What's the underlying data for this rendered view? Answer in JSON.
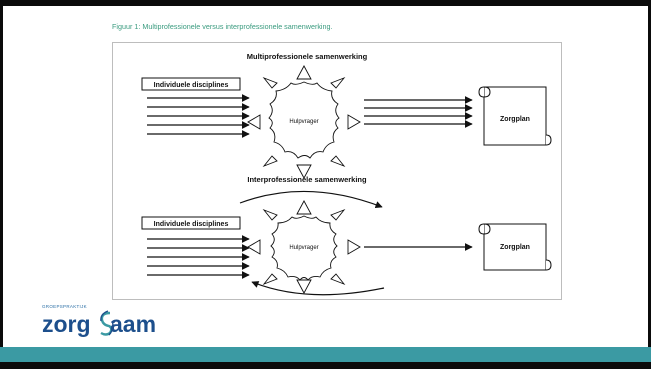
{
  "caption": "Figuur 1: Multiprofessionele versus interprofessionele samenwerking.",
  "top_section": {
    "title": "Multiprofessionele samenwerking",
    "disciplines_label": "Individuele disciplines",
    "center_label": "Hulpvrager",
    "scroll_label": "Zorgplan"
  },
  "bottom_section": {
    "title": "Interprofessionele samenwerking",
    "disciplines_label": "Individuele disciplines",
    "center_label": "Hulpvrager",
    "scroll_label": "Zorgplan"
  },
  "logo": {
    "tagline": "GROEPSPRAKTIJK",
    "word_left": "zorg",
    "word_right": "aam",
    "mark_icon": "swirl-s-icon"
  },
  "colors": {
    "caption": "#3a9b7f",
    "footer_band": "#3b9aa3",
    "logo_text": "#1d4f8c"
  }
}
